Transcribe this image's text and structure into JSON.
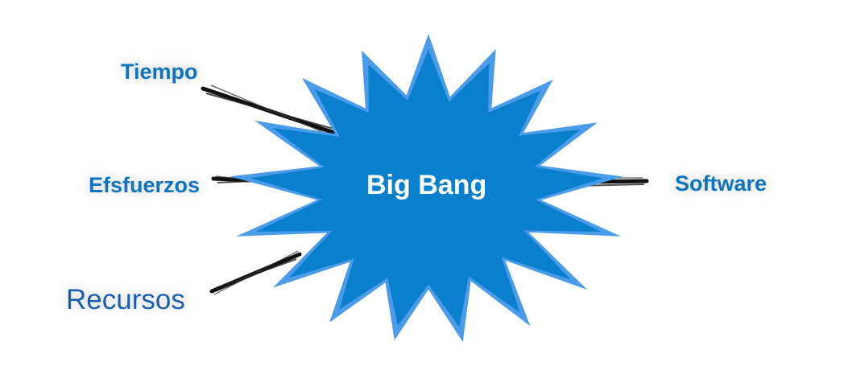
{
  "diagram": {
    "center": {
      "label": "Big Bang"
    },
    "inputs": [
      {
        "label": "Tiempo"
      },
      {
        "label": "Efsfuerzos"
      },
      {
        "label": "Recursos"
      }
    ],
    "output": {
      "label": "Software"
    }
  },
  "colors": {
    "burst_outer": "#4a9be8",
    "burst_inner": "#0a7fcd",
    "label_text": "#0f74c0",
    "recursos_text": "#1a5fb0",
    "center_text": "#ffffff",
    "arrow": "#111111"
  }
}
